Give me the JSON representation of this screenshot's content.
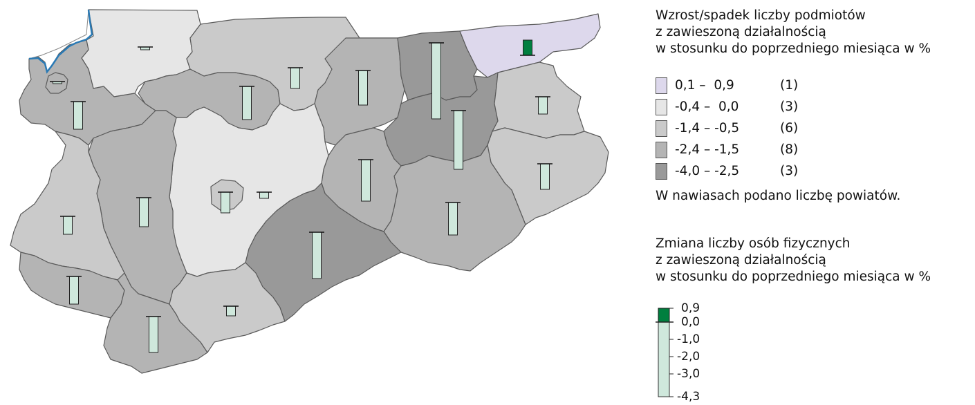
{
  "legend_choropleth": {
    "title_line1": "Wzrost/spadek liczby podmiotów",
    "title_line2": "z zawieszoną działalnością",
    "title_line3": "w stosunku do poprzedniego miesiąca w %",
    "classes": [
      {
        "range": "0,1 –  0,9",
        "count": "(1)",
        "color": "#ddd8ec"
      },
      {
        "range": "-0,4 –  0,0",
        "count": "(3)",
        "color": "#e6e6e6"
      },
      {
        "range": "-1,4 – -0,5",
        "count": "(6)",
        "color": "#cacaca"
      },
      {
        "range": "-2,4 – -1,5",
        "count": "(8)",
        "color": "#b4b4b4"
      },
      {
        "range": "-4,0 – -2,5",
        "count": "(3)",
        "color": "#999999"
      }
    ],
    "note": "W nawiasach podano liczbę powiatów."
  },
  "legend_bars": {
    "title_line1": "Zmiana liczby osób fizycznych",
    "title_line2": "z zawieszoną działalnością",
    "title_line3": "w stosunku do poprzedniego miesiąca w %",
    "scale_labels": [
      "0,9",
      "0,0",
      "-1,0",
      "-2,0",
      "-3,0",
      "-4,3"
    ],
    "positive_color": "#007f3f",
    "negative_color": "#cfe8dc"
  },
  "colors": {
    "border": "#5a5a5a",
    "coast": "#2a7ab5"
  }
}
